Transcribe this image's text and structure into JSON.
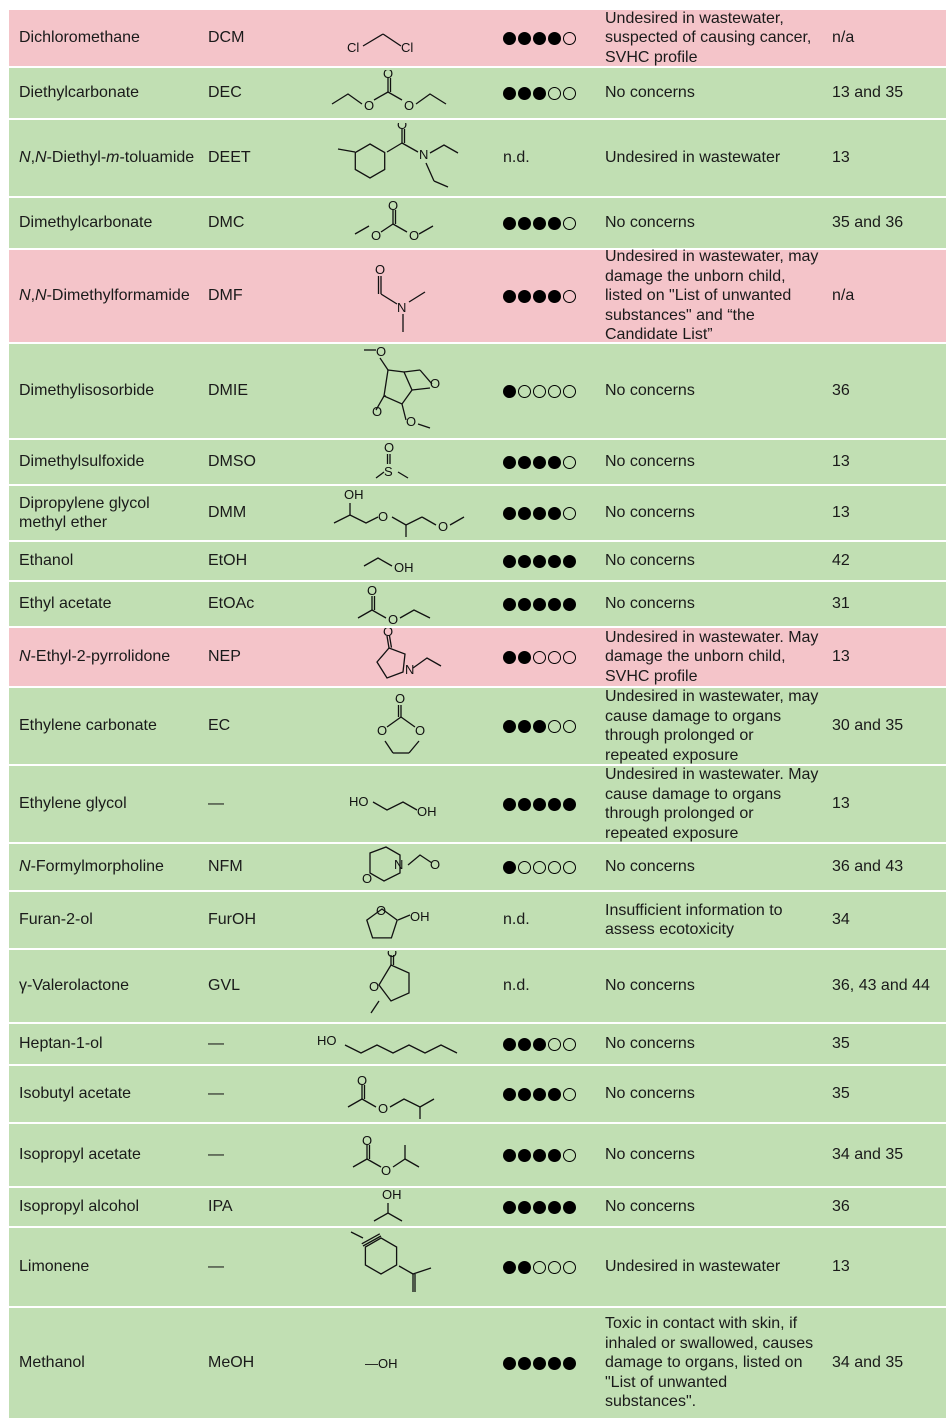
{
  "rows": [
    {
      "name": "Dichloromethane",
      "abbr": "DCM",
      "score": 4,
      "score_text": "",
      "concern": "Undesired in wastewater, suspected of causing cancer, SVHC profile",
      "ref": "n/a",
      "color": "red",
      "struct_icon": "dcm-structure-icon",
      "labels": {
        "a": "Cl",
        "b": "Cl"
      }
    },
    {
      "name": "Diethylcarbonate",
      "abbr": "DEC",
      "score": 3,
      "score_text": "",
      "concern": "No concerns",
      "ref": "13 and 35",
      "color": "green",
      "struct_icon": "dec-structure-icon",
      "labels": {
        "a": "O",
        "b": "O",
        "c": "O"
      }
    },
    {
      "name_parts": [
        "N",
        ",",
        "N",
        "-Diethyl-",
        "m",
        "-toluamide"
      ],
      "abbr": "DEET",
      "score": null,
      "score_text": "n.d.",
      "concern": "Undesired in wastewater",
      "ref": "13",
      "color": "green",
      "struct_icon": "deet-structure-icon",
      "labels": {
        "a": "O",
        "b": "N"
      }
    },
    {
      "name": "Dimethylcarbonate",
      "abbr": "DMC",
      "score": 4,
      "score_text": "",
      "concern": "No concerns",
      "ref": "35 and 36",
      "color": "green",
      "struct_icon": "dmc-structure-icon",
      "labels": {
        "a": "O",
        "b": "O",
        "c": "O"
      }
    },
    {
      "name_parts": [
        "N",
        ",",
        "N",
        "-Dimethylformamide"
      ],
      "abbr": "DMF",
      "score": 4,
      "score_text": "",
      "concern": "Undesired in wastewater, may damage the unborn child, listed on \"List of unwanted substances\" and “the Candidate List”",
      "ref": "n/a",
      "color": "red",
      "struct_icon": "dmf-structure-icon",
      "labels": {
        "a": "O",
        "b": "N"
      }
    },
    {
      "name": "Dimethylisosorbide",
      "abbr": "DMIE",
      "score": 1,
      "score_text": "",
      "concern": "No concerns",
      "ref": "36",
      "color": "green",
      "struct_icon": "dmie-structure-icon",
      "labels": {
        "a": "O",
        "b": "O",
        "c": "O",
        "d": "O"
      }
    },
    {
      "name": "Dimethylsulfoxide",
      "abbr": "DMSO",
      "score": 4,
      "score_text": "",
      "concern": "No concerns",
      "ref": "13",
      "color": "green",
      "struct_icon": "dmso-structure-icon",
      "labels": {
        "a": "O",
        "b": "S"
      }
    },
    {
      "name": "Dipropylene glycol methyl ether",
      "abbr": "DMM",
      "score": 4,
      "score_text": "",
      "concern": "No concerns",
      "ref": "13",
      "color": "green",
      "struct_icon": "dmm-structure-icon",
      "labels": {
        "a": "OH",
        "b": "O",
        "c": "O"
      }
    },
    {
      "name": "Ethanol",
      "abbr": "EtOH",
      "score": 5,
      "score_text": "",
      "concern": "No concerns",
      "ref": "42",
      "color": "green",
      "struct_icon": "etoh-structure-icon",
      "labels": {
        "a": "OH"
      }
    },
    {
      "name": "Ethyl acetate",
      "abbr": "EtOAc",
      "score": 5,
      "score_text": "",
      "concern": "No concerns",
      "ref": "31",
      "color": "green",
      "struct_icon": "etoac-structure-icon",
      "labels": {
        "a": "O",
        "b": "O"
      }
    },
    {
      "name_parts": [
        "N",
        "-Ethyl-2-pyrrolidone"
      ],
      "abbr": "NEP",
      "score": 2,
      "score_text": "",
      "concern": "Undesired in wastewater. May damage the unborn child, SVHC profile",
      "ref": "13",
      "color": "red",
      "struct_icon": "nep-structure-icon",
      "labels": {
        "a": "O",
        "b": "N"
      }
    },
    {
      "name": "Ethylene carbonate",
      "abbr": "EC",
      "score": 3,
      "score_text": "",
      "concern": "Undesired in wastewater, may cause damage to organs through prolonged or repeated exposure",
      "ref": "30 and 35",
      "color": "green",
      "struct_icon": "ec-structure-icon",
      "labels": {
        "a": "O",
        "b": "O",
        "c": "O"
      }
    },
    {
      "name": "Ethylene glycol",
      "abbr": "—",
      "score": 5,
      "score_text": "",
      "concern": "Undesired in wastewater. May cause damage to organs through prolonged or repeated exposure",
      "ref": "13",
      "color": "green",
      "struct_icon": "eg-structure-icon",
      "labels": {
        "a": "HO",
        "b": "OH"
      }
    },
    {
      "name_parts": [
        "N",
        "-Formylmorpholine"
      ],
      "abbr": "NFM",
      "score": 1,
      "score_text": "",
      "concern": "No concerns",
      "ref": "36 and 43",
      "color": "green",
      "struct_icon": "nfm-structure-icon",
      "labels": {
        "a": "N",
        "b": "O",
        "c": "O"
      }
    },
    {
      "name": "Furan-2-ol",
      "abbr": "FurOH",
      "score": null,
      "score_text": "n.d.",
      "concern": "Insufficient information to assess ecotoxicity",
      "ref": "34",
      "color": "green",
      "struct_icon": "furoh-structure-icon",
      "labels": {
        "a": "O",
        "b": "OH"
      }
    },
    {
      "name": "γ-Valerolactone",
      "abbr": "GVL",
      "score": null,
      "score_text": "n.d.",
      "concern": "No concerns",
      "ref": "36, 43 and 44",
      "color": "green",
      "struct_icon": "gvl-structure-icon",
      "labels": {
        "a": "O",
        "b": "O"
      }
    },
    {
      "name": "Heptan-1-ol",
      "abbr": "—",
      "score": 3,
      "score_text": "",
      "concern": "No concerns",
      "ref": "35",
      "color": "green",
      "struct_icon": "heptanol-structure-icon",
      "labels": {
        "a": "HO"
      }
    },
    {
      "name": "Isobutyl acetate",
      "abbr": "—",
      "score": 4,
      "score_text": "",
      "concern": "No concerns",
      "ref": "35",
      "color": "green",
      "struct_icon": "isobutyl-acetate-structure-icon",
      "labels": {
        "a": "O",
        "b": "O"
      }
    },
    {
      "name": "Isopropyl acetate",
      "abbr": "—",
      "score": 4,
      "score_text": "",
      "concern": "No concerns",
      "ref": "34 and 35",
      "color": "green",
      "struct_icon": "isopropyl-acetate-structure-icon",
      "labels": {
        "a": "O",
        "b": "O"
      }
    },
    {
      "name": "Isopropyl alcohol",
      "abbr": "IPA",
      "score": 5,
      "score_text": "",
      "concern": "No concerns",
      "ref": "36",
      "color": "green",
      "struct_icon": "ipa-structure-icon",
      "labels": {
        "a": "OH"
      }
    },
    {
      "name": "Limonene",
      "abbr": "—",
      "score": 2,
      "score_text": "",
      "concern": "Undesired in wastewater",
      "ref": "13",
      "color": "green",
      "struct_icon": "limonene-structure-icon",
      "labels": {}
    },
    {
      "name": "Methanol",
      "abbr": "MeOH",
      "score": 5,
      "score_text": "",
      "concern": "Toxic in contact with skin, if inhaled or swallowed, causes damage to organs, listed on \"List of unwanted substances\".",
      "ref": "34 and 35",
      "color": "green",
      "struct_icon": "meoh-structure-icon",
      "labels": {
        "a": "—OH"
      }
    }
  ],
  "colors": {
    "green": "#c1dfb3",
    "red": "#f4c4c9"
  }
}
